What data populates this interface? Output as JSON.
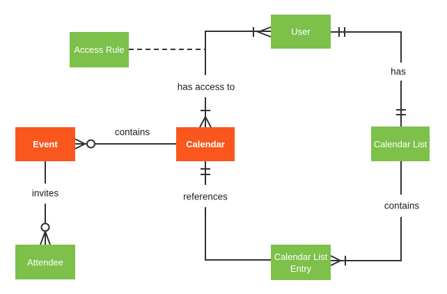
{
  "diagram": {
    "title": "Calendar entity-relationship diagram",
    "colors": {
      "entity_green": "#7dc04a",
      "entity_orange": "#f9571e",
      "line": "#2f2f2f",
      "label_text": "#1c1c1c",
      "entity_text": "#ffffff",
      "background": "#ffffff"
    },
    "entities": [
      {
        "id": "access-rule",
        "label": "Access Rule",
        "type": "green"
      },
      {
        "id": "user",
        "label": "User",
        "type": "green"
      },
      {
        "id": "event",
        "label": "Event",
        "type": "orange"
      },
      {
        "id": "calendar",
        "label": "Calendar",
        "type": "orange"
      },
      {
        "id": "calendar-list",
        "label": "Calendar List",
        "type": "green"
      },
      {
        "id": "attendee",
        "label": "Attendee",
        "type": "green"
      },
      {
        "id": "calendar-list-entry",
        "label": "Calendar List Entry",
        "type": "green"
      }
    ],
    "relationships": [
      {
        "label": "contains",
        "from": "Event",
        "to": "Calendar",
        "markers": {
          "Event": "zero-or-many",
          "Calendar": "none"
        }
      },
      {
        "label": "invites",
        "from": "Event",
        "to": "Attendee",
        "markers": {
          "Event": "none",
          "Attendee": "zero-or-many"
        }
      },
      {
        "label": "has access to",
        "from": "Calendar",
        "to": "User",
        "markers": {
          "Calendar": "one-or-many",
          "User": "one-or-many"
        }
      },
      {
        "label": "has",
        "from": "User",
        "to": "Calendar List",
        "markers": {
          "User": "one-and-only-one",
          "Calendar List": "one-and-only-one"
        }
      },
      {
        "label": "contains",
        "from": "Calendar List",
        "to": "Calendar List Entry",
        "markers": {
          "Calendar List": "none",
          "Calendar List Entry": "one-or-many"
        }
      },
      {
        "label": "references",
        "from": "Calendar",
        "to": "Calendar List Entry",
        "markers": {
          "Calendar": "one-and-only-one",
          "Calendar List Entry": "none"
        }
      },
      {
        "label": "",
        "from": "Access Rule",
        "to": "has access to",
        "style": "dashed",
        "markers": {}
      }
    ]
  }
}
